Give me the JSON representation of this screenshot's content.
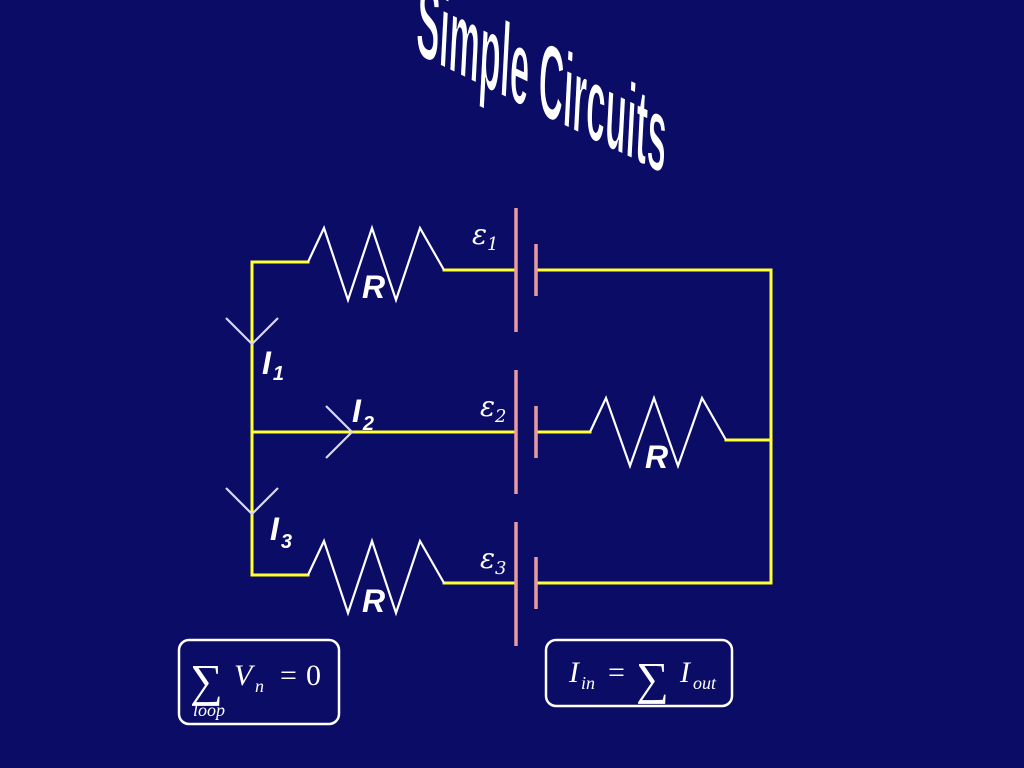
{
  "title": "Simple Circuits",
  "resistor_label": "R",
  "emf_symbol": "ε",
  "current_symbol": "I",
  "emf_subscripts": [
    "1",
    "2",
    "3"
  ],
  "current_subscripts": [
    "1",
    "2",
    "3"
  ],
  "loop_rule": {
    "sum": "∑",
    "variable": "V",
    "subscript": "n",
    "under": "loop",
    "equals": "=",
    "value": "0"
  },
  "junction_rule": {
    "lhs": "I",
    "lhs_subscript": "in",
    "equals": "=",
    "sum": "∑",
    "rhs": "I",
    "rhs_subscript": "out"
  },
  "colors": {
    "background": "#0a0c66",
    "wire": "#ffff33",
    "battery_plate": "#e89aa0",
    "text": "#ffffff"
  }
}
